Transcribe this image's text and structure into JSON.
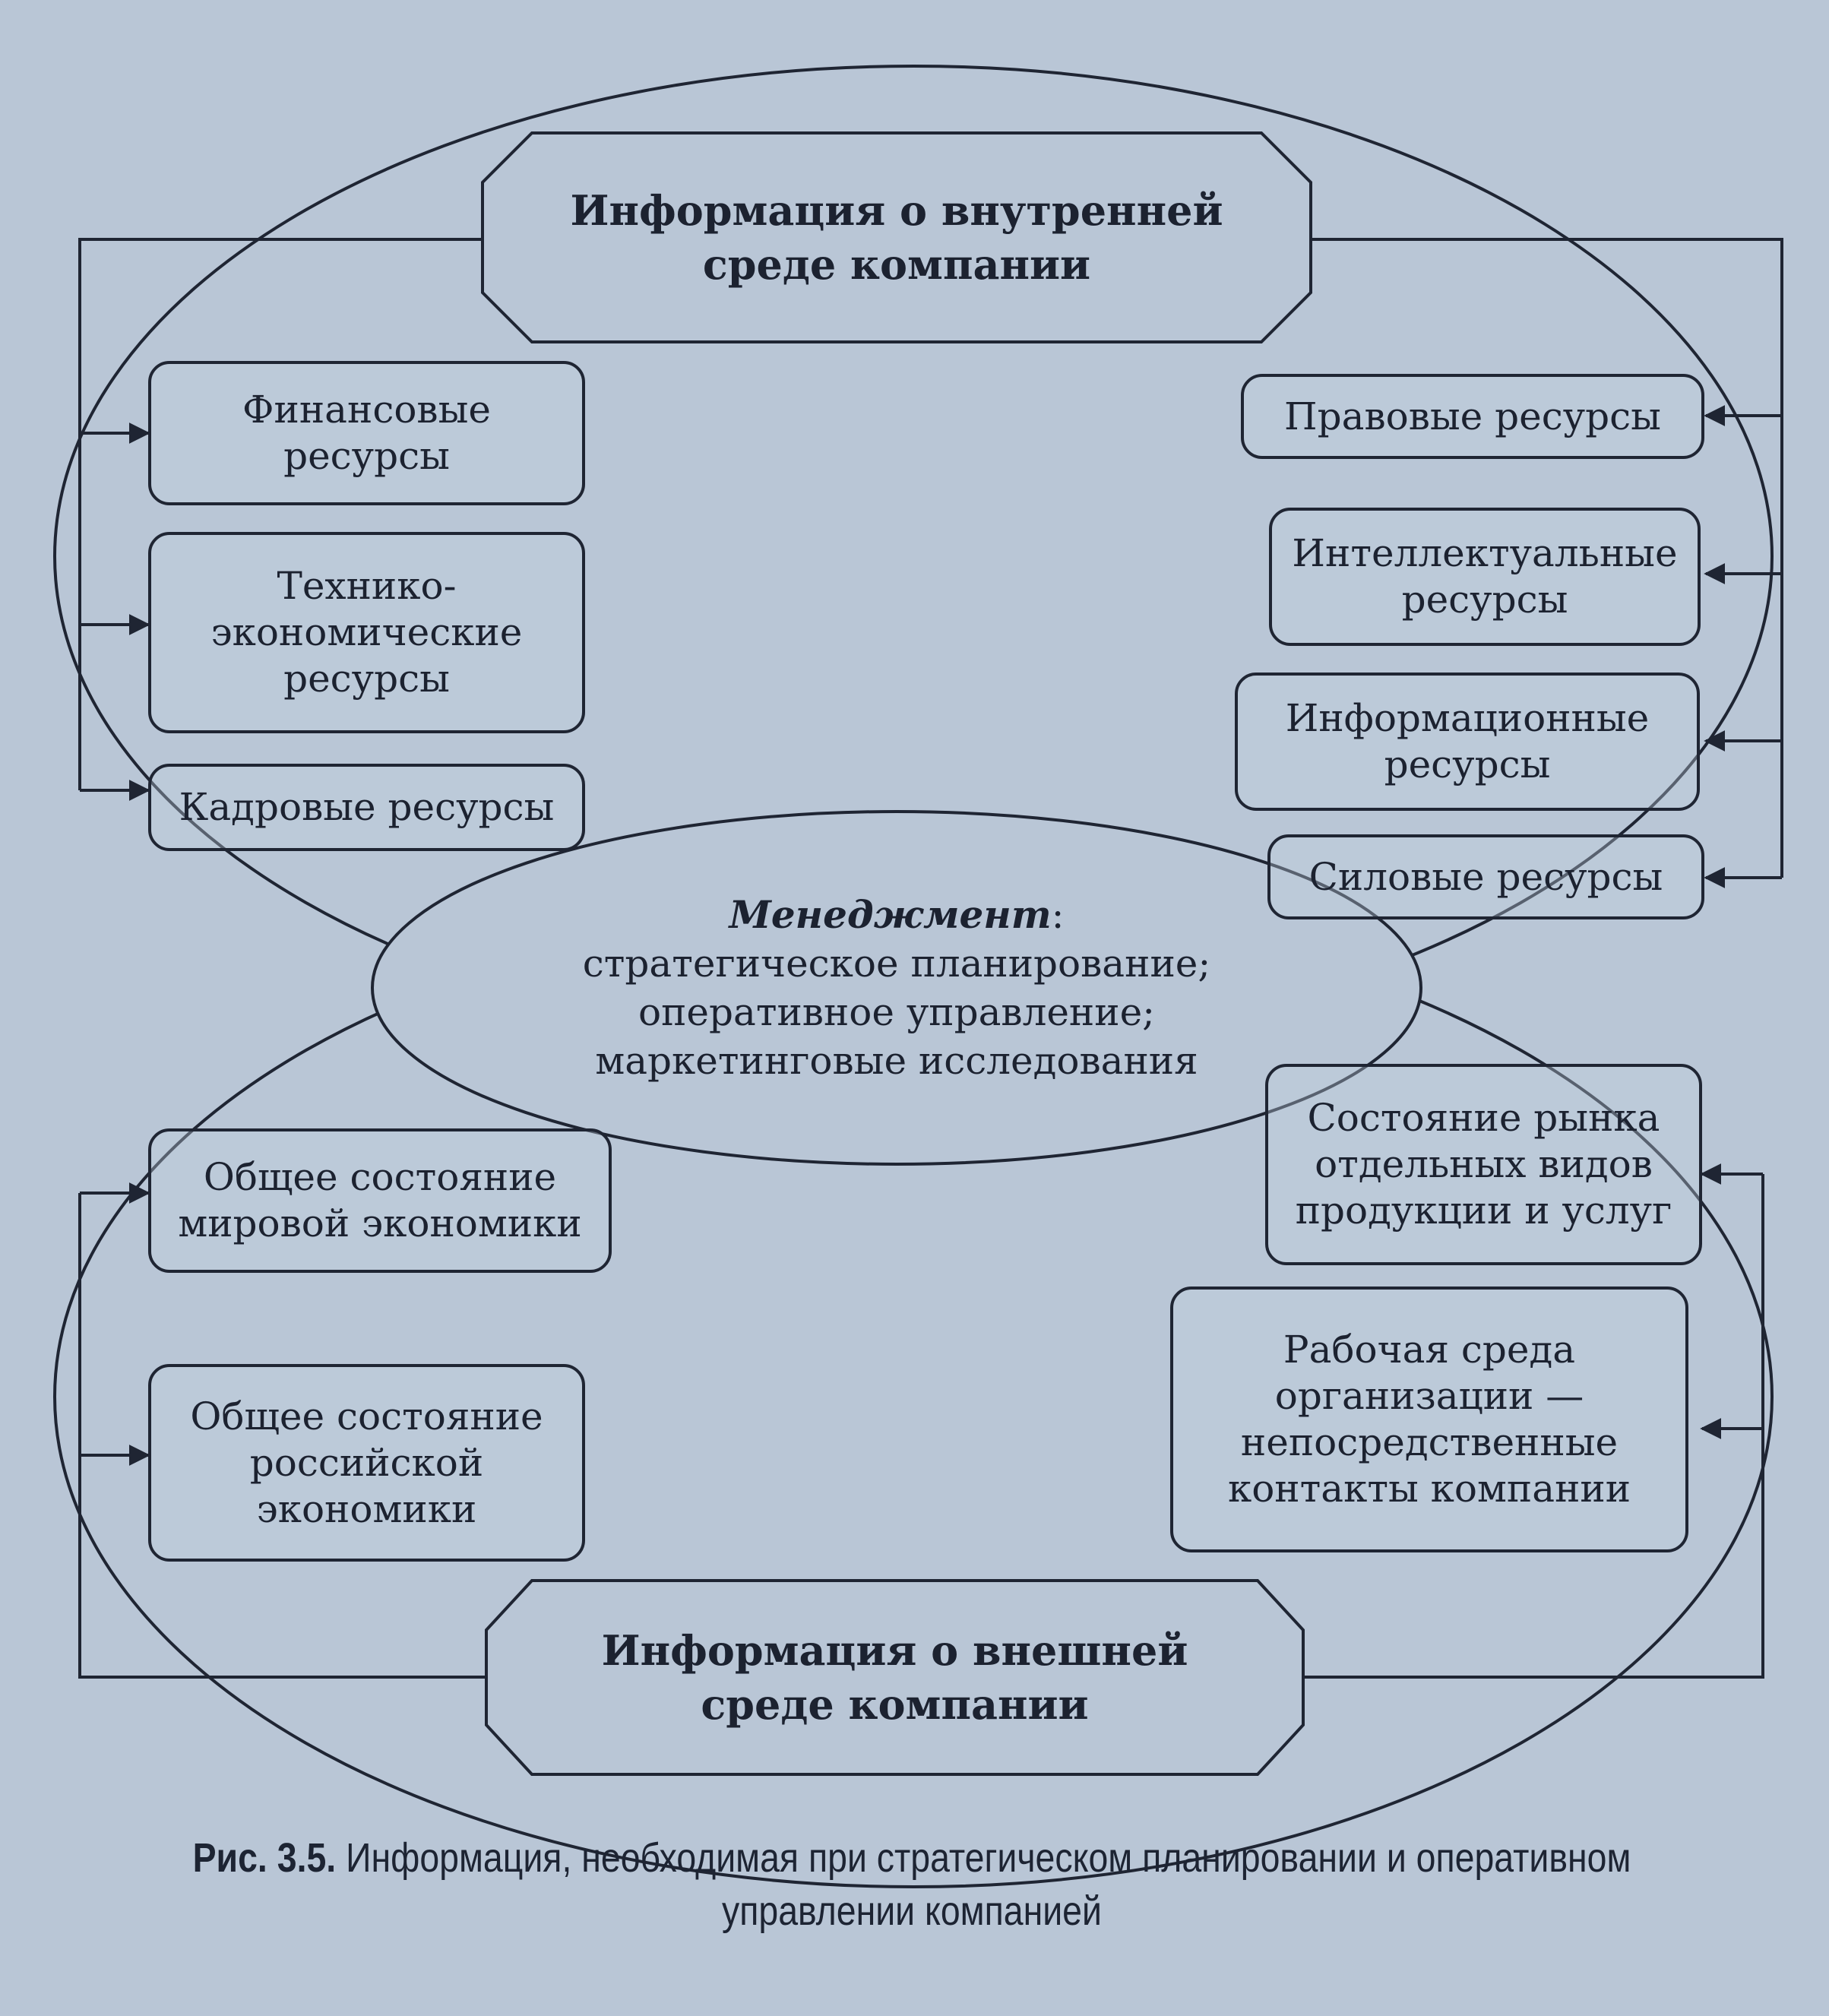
{
  "top_info": {
    "line1": "Информация о внутренней",
    "line2": "среде компании"
  },
  "bottom_info": {
    "line1": "Информация о внешней",
    "line2": "среде компании"
  },
  "management": {
    "title": "Менеджмент",
    "title_suffix": ":",
    "lines": [
      "стратегическое планирование;",
      "оперативное управление;",
      "маркетинговые исследования"
    ]
  },
  "left_internal": [
    {
      "lines": [
        "Финансовые",
        "ресурсы"
      ]
    },
    {
      "lines": [
        "Технико-",
        "экономические",
        "ресурсы"
      ]
    },
    {
      "lines": [
        "Кадровые ресурсы"
      ]
    }
  ],
  "right_internal": [
    {
      "lines": [
        "Правовые ресурсы"
      ]
    },
    {
      "lines": [
        "Интеллектуальные",
        "ресурсы"
      ]
    },
    {
      "lines": [
        "Информационные",
        "ресурсы"
      ]
    },
    {
      "lines": [
        "Силовые ресурсы"
      ]
    }
  ],
  "left_external": [
    {
      "lines": [
        "Общее состояние",
        "мировой экономики"
      ]
    },
    {
      "lines": [
        "Общее состояние",
        "российской",
        "экономики"
      ]
    }
  ],
  "right_external": [
    {
      "lines": [
        "Состояние рынка",
        "отдельных видов",
        "продукции и услуг"
      ]
    },
    {
      "lines": [
        "Рабочая среда",
        "организации —",
        "непосредственные",
        "контакты компании"
      ]
    }
  ],
  "caption": {
    "label": "Рис. 3.5.",
    "line1": "Информация, необходимая при стратегическом планировании и оперативном",
    "line2": "управлении компанией"
  },
  "colors": {
    "background": "#b9c6d6",
    "ink": "#1f2533"
  }
}
